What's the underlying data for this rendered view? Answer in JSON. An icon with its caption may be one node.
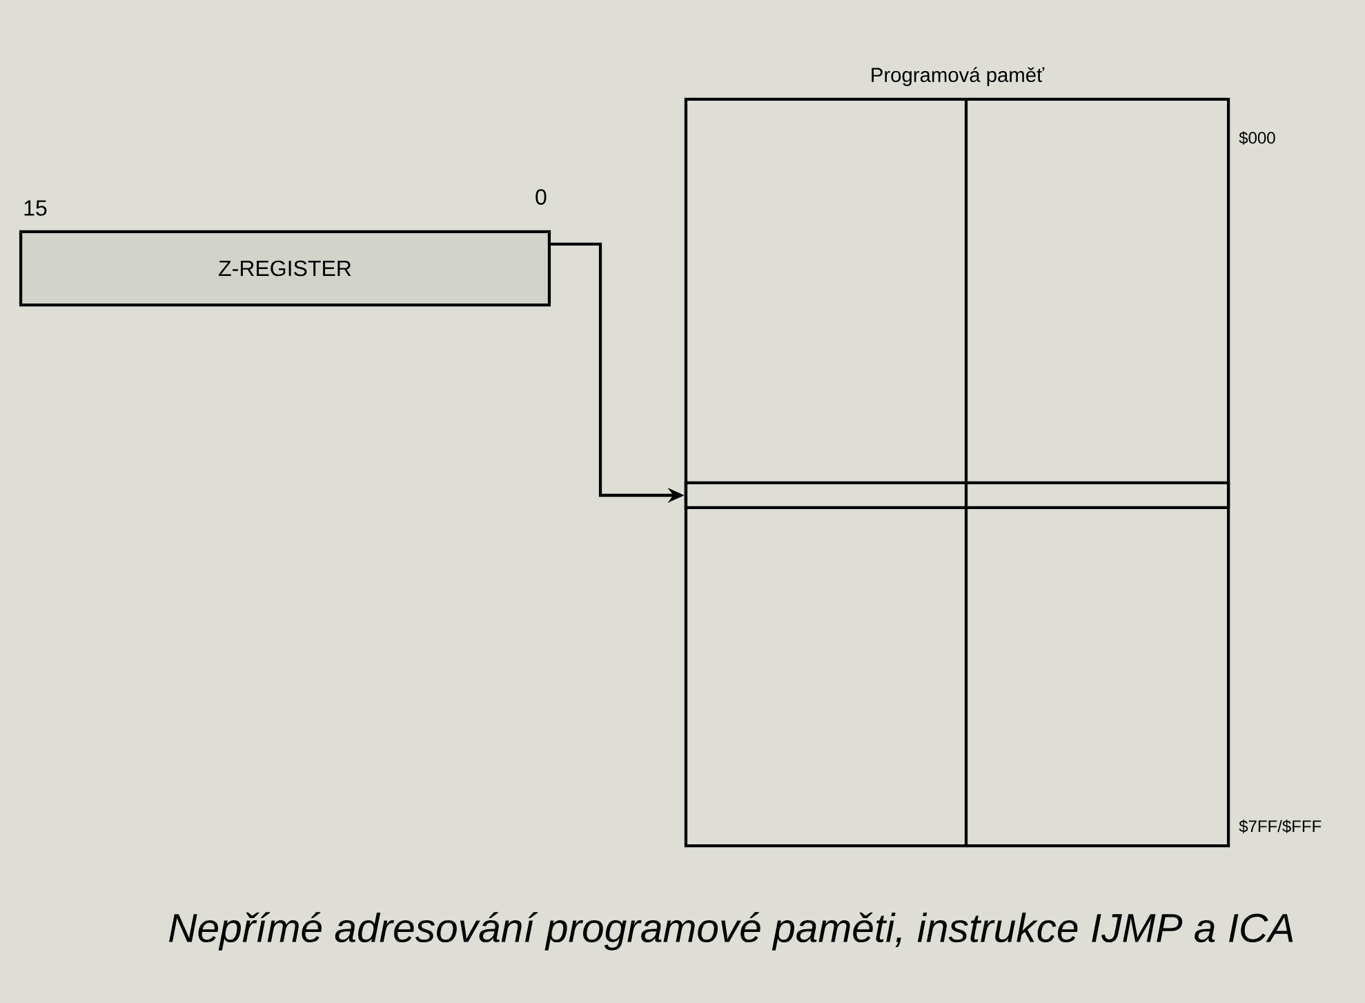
{
  "diagram": {
    "caption": "Nepřímé adresování programové paměti, instrukce IJMP a ICA",
    "nodes": [
      {
        "text": [
          "Z-REGISTER"
        ]
      },
      {
        "text": [
          "Programová paměť"
        ],
        "beside": [
          "$000",
          "$7FF/$FFF"
        ]
      },
      {
        "text": [],
        "shape": "bar",
        "in": 1
      }
    ],
    "edges": [
      {
        "from": 0,
        "to": 2,
        "arrow": "to"
      }
    ],
    "labels": [
      "15",
      "0"
    ]
  }
}
